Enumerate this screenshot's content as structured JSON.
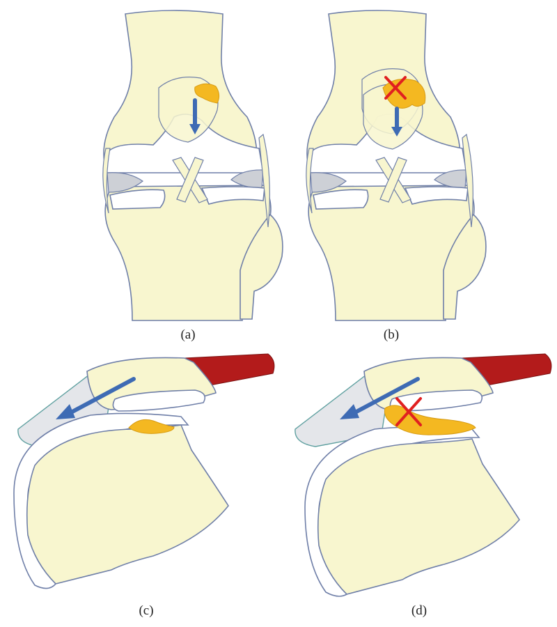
{
  "colors": {
    "bone": "#f8f6cf",
    "outline": "#6f7fa8",
    "meniscus": "#cdd0d6",
    "loose_body": "#f4b821",
    "arrow": "#3e6bb4",
    "cross": "#e02020",
    "tendon": "#b31b1b",
    "cartilage_stipple": "#e4e6ea"
  },
  "icons": {
    "arrow": "down-arrow-icon",
    "blocked": "cross-mark-icon"
  },
  "panels": [
    {
      "id": "a",
      "label": "(a)",
      "blocked": false
    },
    {
      "id": "b",
      "label": "(b)",
      "blocked": true
    },
    {
      "id": "c",
      "label": "(c)",
      "blocked": false
    },
    {
      "id": "d",
      "label": "(d)",
      "blocked": true
    }
  ]
}
